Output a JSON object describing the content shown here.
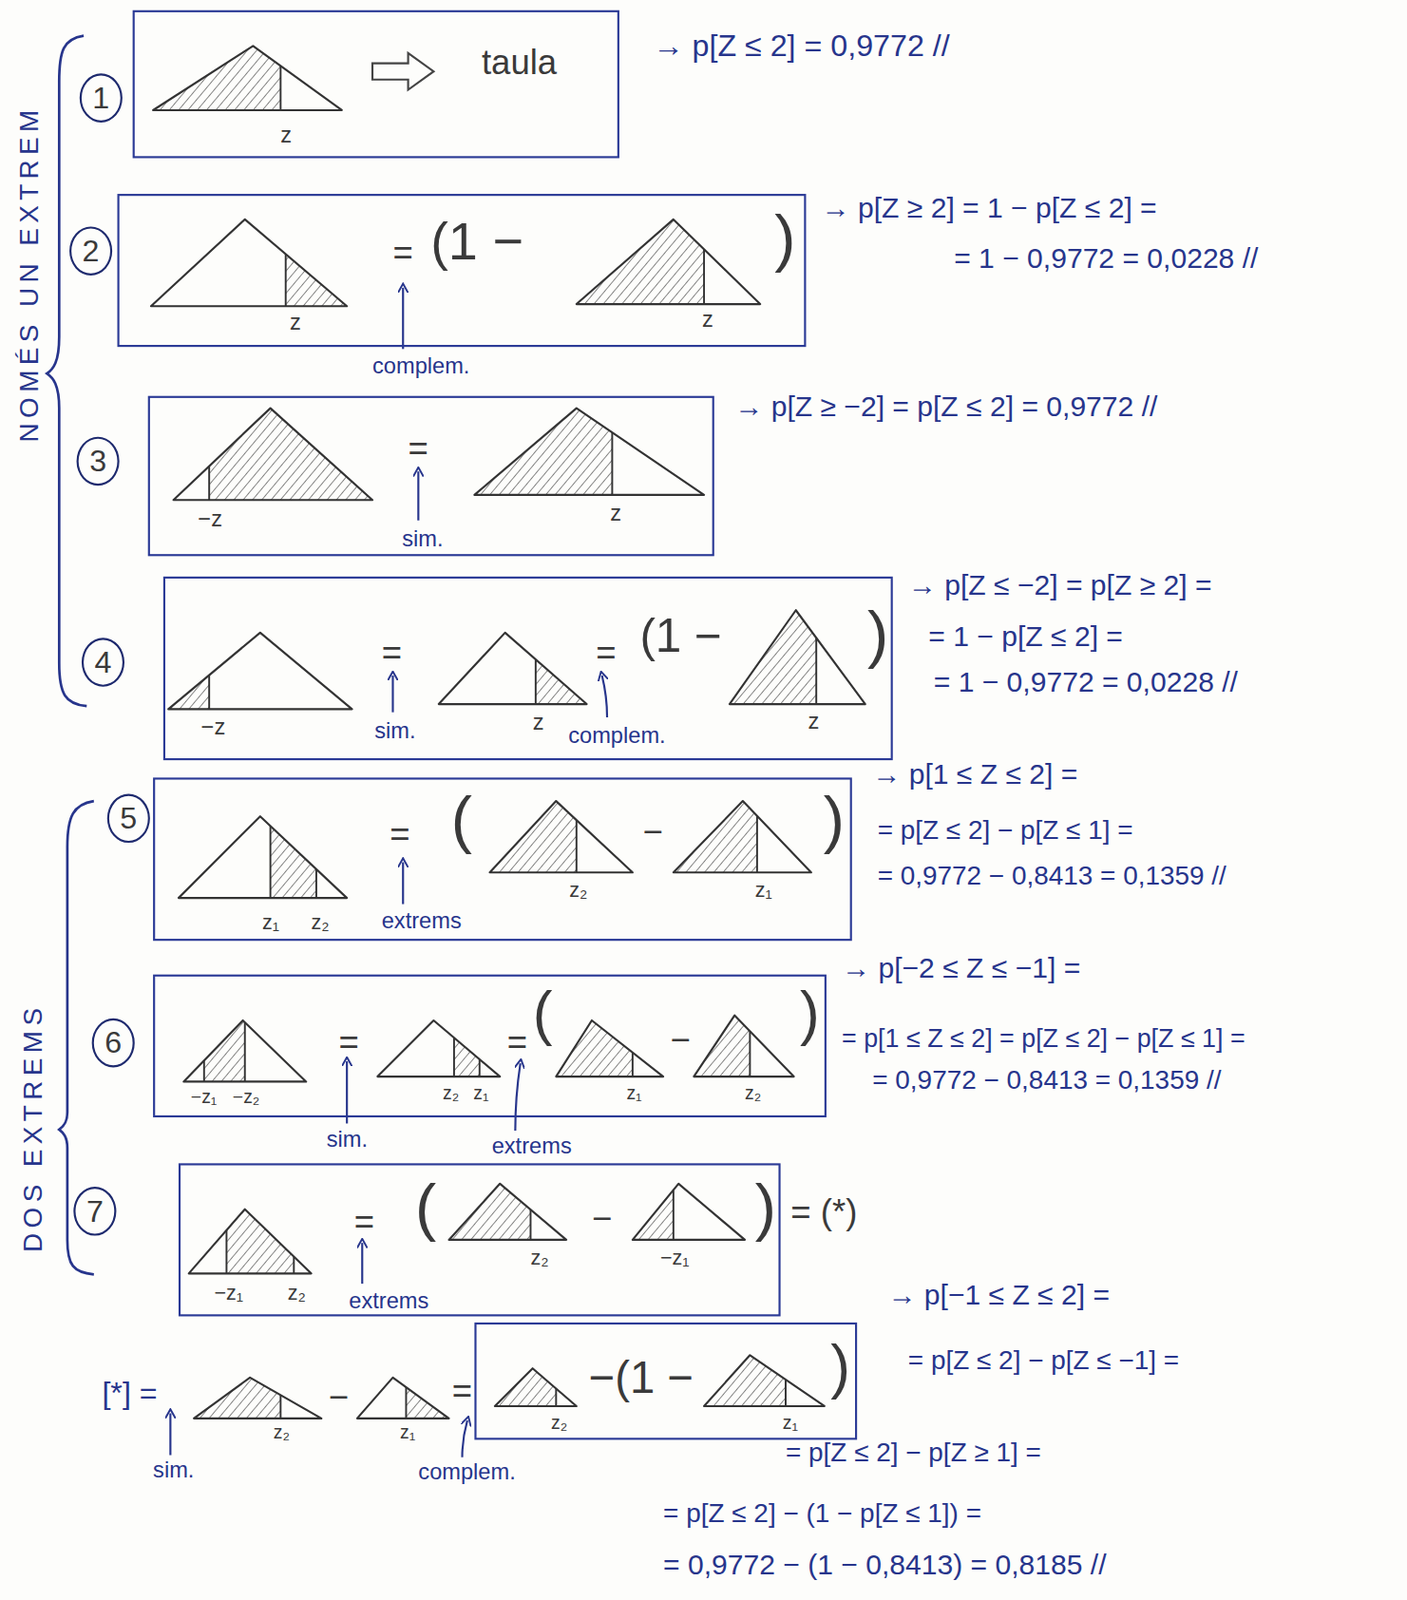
{
  "diagram": {
    "nodes": [
      {
        "text": [
          "1"
        ]
      },
      {
        "text": [
          "z",
          "taula"
        ]
      },
      {
        "text": [
          "2"
        ]
      },
      {
        "text": [
          "z",
          "=",
          "(1 −",
          "z",
          ")"
        ]
      },
      {
        "text": [
          "3"
        ]
      },
      {
        "text": [
          "−z",
          "=",
          "sim.",
          "z"
        ]
      },
      {
        "text": [
          "4"
        ]
      },
      {
        "text": [
          "−z",
          "=",
          "sim.",
          "z",
          "=",
          "complem.",
          "(1 −",
          "z",
          ")"
        ]
      },
      {
        "text": [
          "5"
        ]
      },
      {
        "text": [
          "z₁",
          "z₂",
          "=",
          "extrems",
          "(",
          "z₂",
          "−",
          "z₁",
          ")"
        ]
      },
      {
        "text": [
          "6"
        ]
      },
      {
        "text": [
          "−z₁",
          "−z₂",
          "=",
          "z₂",
          "z₁",
          "=",
          "(",
          "z₁",
          "−",
          "z₂",
          ")"
        ]
      },
      {
        "text": [
          "7"
        ]
      },
      {
        "text": [
          "−z₁",
          "z₂",
          "=",
          "extrems",
          "(",
          "z₂",
          "−",
          "−z₁",
          ")"
        ]
      },
      {
        "text": [
          "z₂",
          "−(1 −",
          "z₁",
          ")"
        ]
      }
    ],
    "labels": [
      "NOMÉS UN EXTREM",
      "→ p[Z ≤ 2] = 0,9772 //",
      "→ p[Z ≥ 2] = 1 − p[Z ≤ 2] =",
      "= 1 − 0,9772 = 0,0228 //",
      "complem.",
      "→ p[Z ≥ −2] = p[Z ≤ 2] = 0,9772 //",
      "→ p[Z ≤ −2] = p[Z ≥ 2] =",
      "= 1 − p[Z ≤ 2] =",
      "= 1 − 0,9772 = 0,0228 //",
      "DOS EXTREMS",
      "→ p[1 ≤ Z ≤ 2] =",
      "= p[Z ≤ 2] − p[Z ≤ 1] =",
      "= 0,9772 − 0,8413 = 0,1359 //",
      "→ p[−2 ≤ Z ≤ −1] =",
      "= p[1 ≤ Z ≤ 2] = p[Z ≤ 2] − p[Z ≤ 1] =",
      "= 0,9772 − 0,8413 = 0,1359 //",
      "sim.",
      "extrems",
      "= (*)",
      "→ p[−1 ≤ Z ≤ 2] =",
      "[*] =",
      "z₂",
      "−",
      "z₁",
      "=",
      "= p[Z ≤ 2] − p[Z ≤ −1] =",
      "sim.",
      "complem.",
      "= p[Z ≤ 2] − p[Z ≥ 1] =",
      "= p[Z ≤ 2] − (1 − p[Z ≤ 1]) =",
      "= 0,9772 − (1 − 0,8413) = 0,8185 //"
    ]
  }
}
